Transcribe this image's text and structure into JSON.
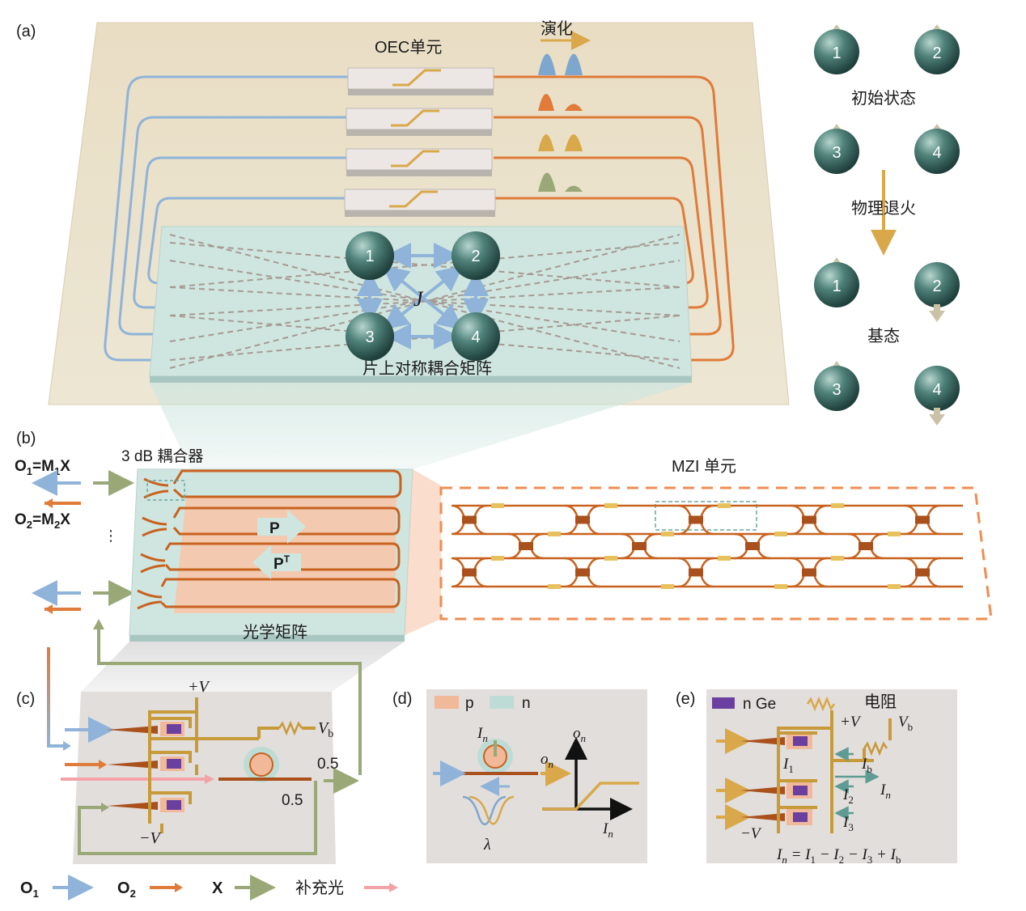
{
  "panels": {
    "a": "(a)",
    "b": "(b)",
    "c": "(c)",
    "d": "(d)",
    "e": "(e)"
  },
  "panel_a": {
    "oec_label": "OEC单元",
    "evolution_label": "演化",
    "matrix_label": "片上对称耦合矩阵",
    "coupling_symbol": "J",
    "nodes": [
      "1",
      "2",
      "3",
      "4"
    ]
  },
  "spin_side": {
    "initial_label": "初始状态",
    "annealing_label": "物理退火",
    "ground_label": "基态",
    "spins": [
      "1",
      "2",
      "3",
      "4"
    ]
  },
  "panel_b": {
    "coupler_label": "3 dB 耦合器",
    "o1_eq": {
      "lhs": "O",
      "lhs_sub": "1",
      "eq": "=M",
      "m_sub": "1",
      "x": "X"
    },
    "o2_eq": {
      "lhs": "O",
      "lhs_sub": "2",
      "eq": "=M",
      "m_sub": "2",
      "x": "X"
    },
    "dots": "⋮",
    "p_label": "P",
    "pt_label": "P",
    "pt_sup": "T",
    "optical_matrix_label": "光学矩阵",
    "mzi_label": "MZI 单元"
  },
  "panel_c": {
    "plus_v": "+V",
    "minus_v": "−V",
    "vb": "V",
    "vb_sub": "b",
    "ratio_top": "0.5",
    "ratio_bottom": "0.5"
  },
  "panel_d": {
    "legend_p": "p",
    "legend_n": "n",
    "in_label": "I",
    "in_sub": "n",
    "on_label": "o",
    "on_sub": "n",
    "axis_y": "o",
    "axis_y_sub": "n",
    "axis_x": "I",
    "axis_x_sub": "n",
    "lambda": "λ"
  },
  "panel_e": {
    "legend_ge": "n Ge",
    "legend_resistor": "电阻",
    "plus_v": "+V",
    "minus_v": "−V",
    "vb": "V",
    "vb_sub": "b",
    "i1": "I",
    "i1_sub": "1",
    "i2": "I",
    "i2_sub": "2",
    "i3": "I",
    "i3_sub": "3",
    "ib": "I",
    "ib_sub": "b",
    "in": "I",
    "in_sub": "n",
    "equation": "I",
    "equation_sub": "n",
    "equation_rest": " = I",
    "eq_i1": "1",
    "eq_minus1": " − I",
    "eq_i2": "2",
    "eq_minus2": " − I",
    "eq_i3": "3",
    "eq_plus": " + I",
    "eq_ib": "b"
  },
  "legend_bottom": {
    "o1": "O",
    "o1_sub": "1",
    "o2": "O",
    "o2_sub": "2",
    "x": "X",
    "supplementary": "补充光"
  },
  "colors": {
    "o1_blue": "#8fb3d9",
    "o2_orange": "#e07b39",
    "x_green": "#9aa877",
    "supp_pink": "#f3a3a8",
    "gold": "#d9a84a",
    "node_teal": "#3f6e68",
    "matrix_bg": "#cfe6e0",
    "board_bg": "#ece4cf",
    "wave_orange": "#e07b39"
  }
}
